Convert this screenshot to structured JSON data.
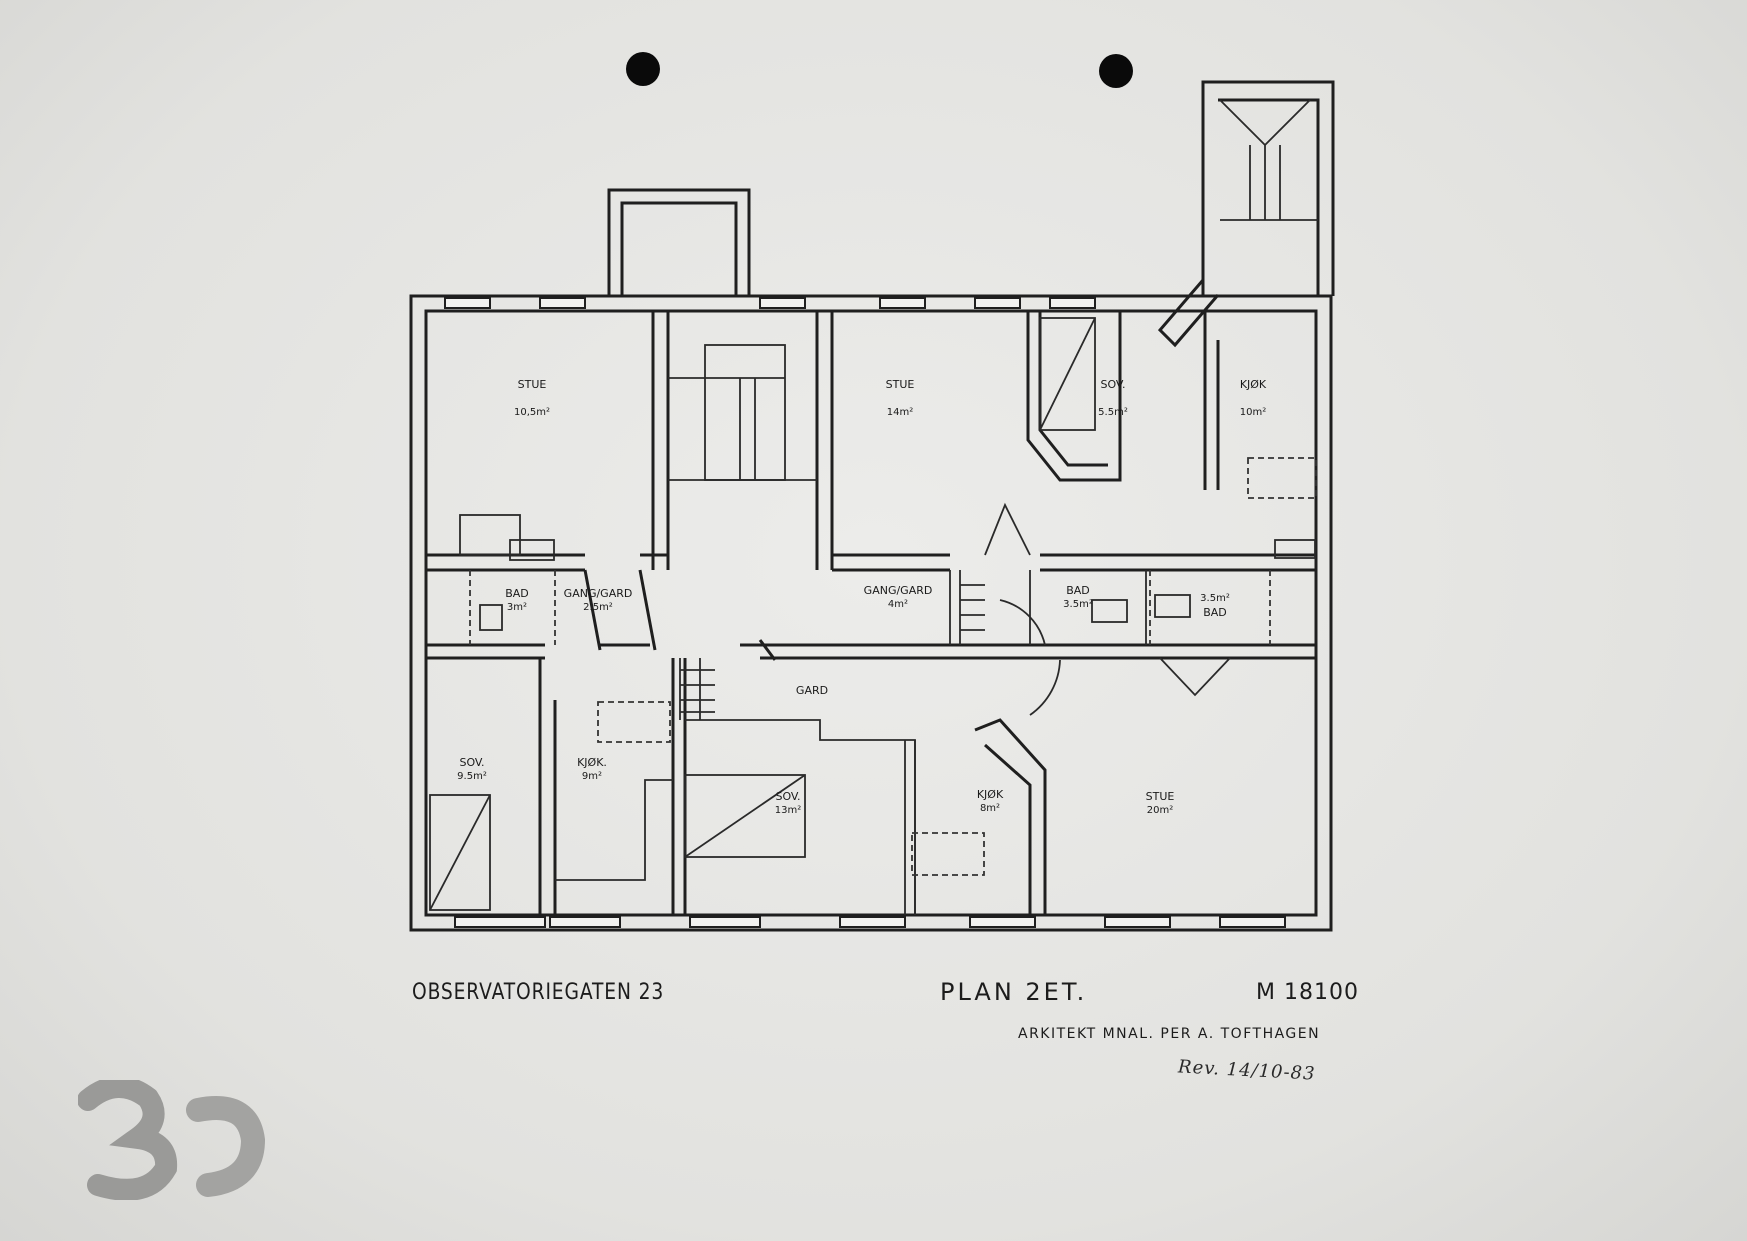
{
  "drawing": {
    "street": "OBSERVATORIEGATEN 23",
    "plan_title": "PLAN 2ET.",
    "scale": "M 18100",
    "architect": "ARKITEKT MNAL. PER A. TOFTHAGEN",
    "revision": "Rev. 14/10-83",
    "sheet_number": "3"
  },
  "rooms": [
    {
      "id": "stue-1",
      "name": "STUE",
      "area": "10,5m²"
    },
    {
      "id": "stue-2",
      "name": "STUE",
      "area": "14m²"
    },
    {
      "id": "sov-1",
      "name": "SOV.",
      "area": "5.5m²"
    },
    {
      "id": "kjok-1",
      "name": "KJØK",
      "area": "10m²"
    },
    {
      "id": "bad-1",
      "name": "BAD",
      "area": "3m²"
    },
    {
      "id": "gang-1",
      "name": "GANG/GARD",
      "area": "2.5m²"
    },
    {
      "id": "gang-2",
      "name": "GANG/GARD",
      "area": "4m²"
    },
    {
      "id": "bad-2",
      "name": "BAD",
      "area": "3.5m²"
    },
    {
      "id": "bad-3",
      "name": "BAD",
      "area": "3.5m²"
    },
    {
      "id": "gard",
      "name": "GARD",
      "area": ""
    },
    {
      "id": "sov-2",
      "name": "SOV.",
      "area": "9.5m²"
    },
    {
      "id": "kjok-2",
      "name": "KJØK.",
      "area": "9m²"
    },
    {
      "id": "sov-3",
      "name": "SOV.",
      "area": "13m²"
    },
    {
      "id": "kjok-3",
      "name": "KJØK",
      "area": "8m²"
    },
    {
      "id": "stue-3",
      "name": "STUE",
      "area": "20m²"
    }
  ]
}
